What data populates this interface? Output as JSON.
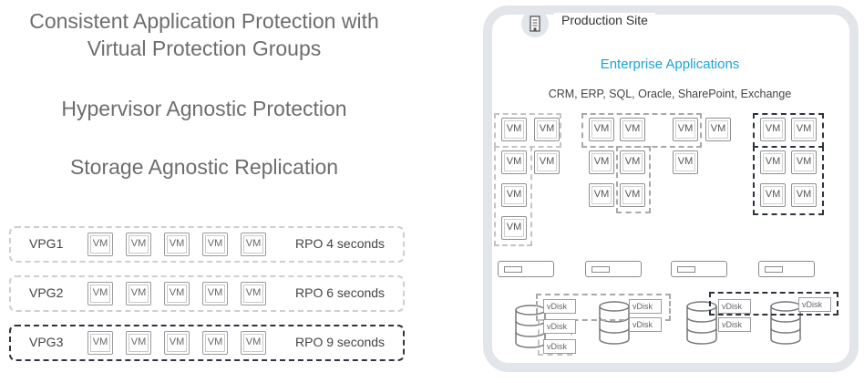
{
  "headings": [
    "Consistent Application Protection with\nVirtual Protection Groups",
    "Hypervisor Agnostic Protection",
    "Storage Agnostic Replication"
  ],
  "vpgs": [
    {
      "label": "VPG1",
      "vms": [
        "VM",
        "VM",
        "VM",
        "VM",
        "VM"
      ],
      "rpo": "RPO 4 seconds"
    },
    {
      "label": "VPG2",
      "vms": [
        "VM",
        "VM",
        "VM",
        "VM",
        "VM"
      ],
      "rpo": "RPO 6 seconds"
    },
    {
      "label": "VPG3",
      "vms": [
        "VM",
        "VM",
        "VM",
        "VM",
        "VM"
      ],
      "rpo": "RPO 9 seconds"
    }
  ],
  "site": {
    "title": "Production Site",
    "icon": "building-icon",
    "apps_title": "Enterprise Applications",
    "apps_list": "CRM, ERP, SQL, Oracle, SharePoint, Exchange",
    "vm_label": "VM",
    "vdisk_label": "vDisk"
  },
  "colors": {
    "site_border": "#e2e5ea",
    "apps_title": "#1aa3d8",
    "dashed_light": "#c4c4c4",
    "dashed_dark": "#2d3440"
  }
}
